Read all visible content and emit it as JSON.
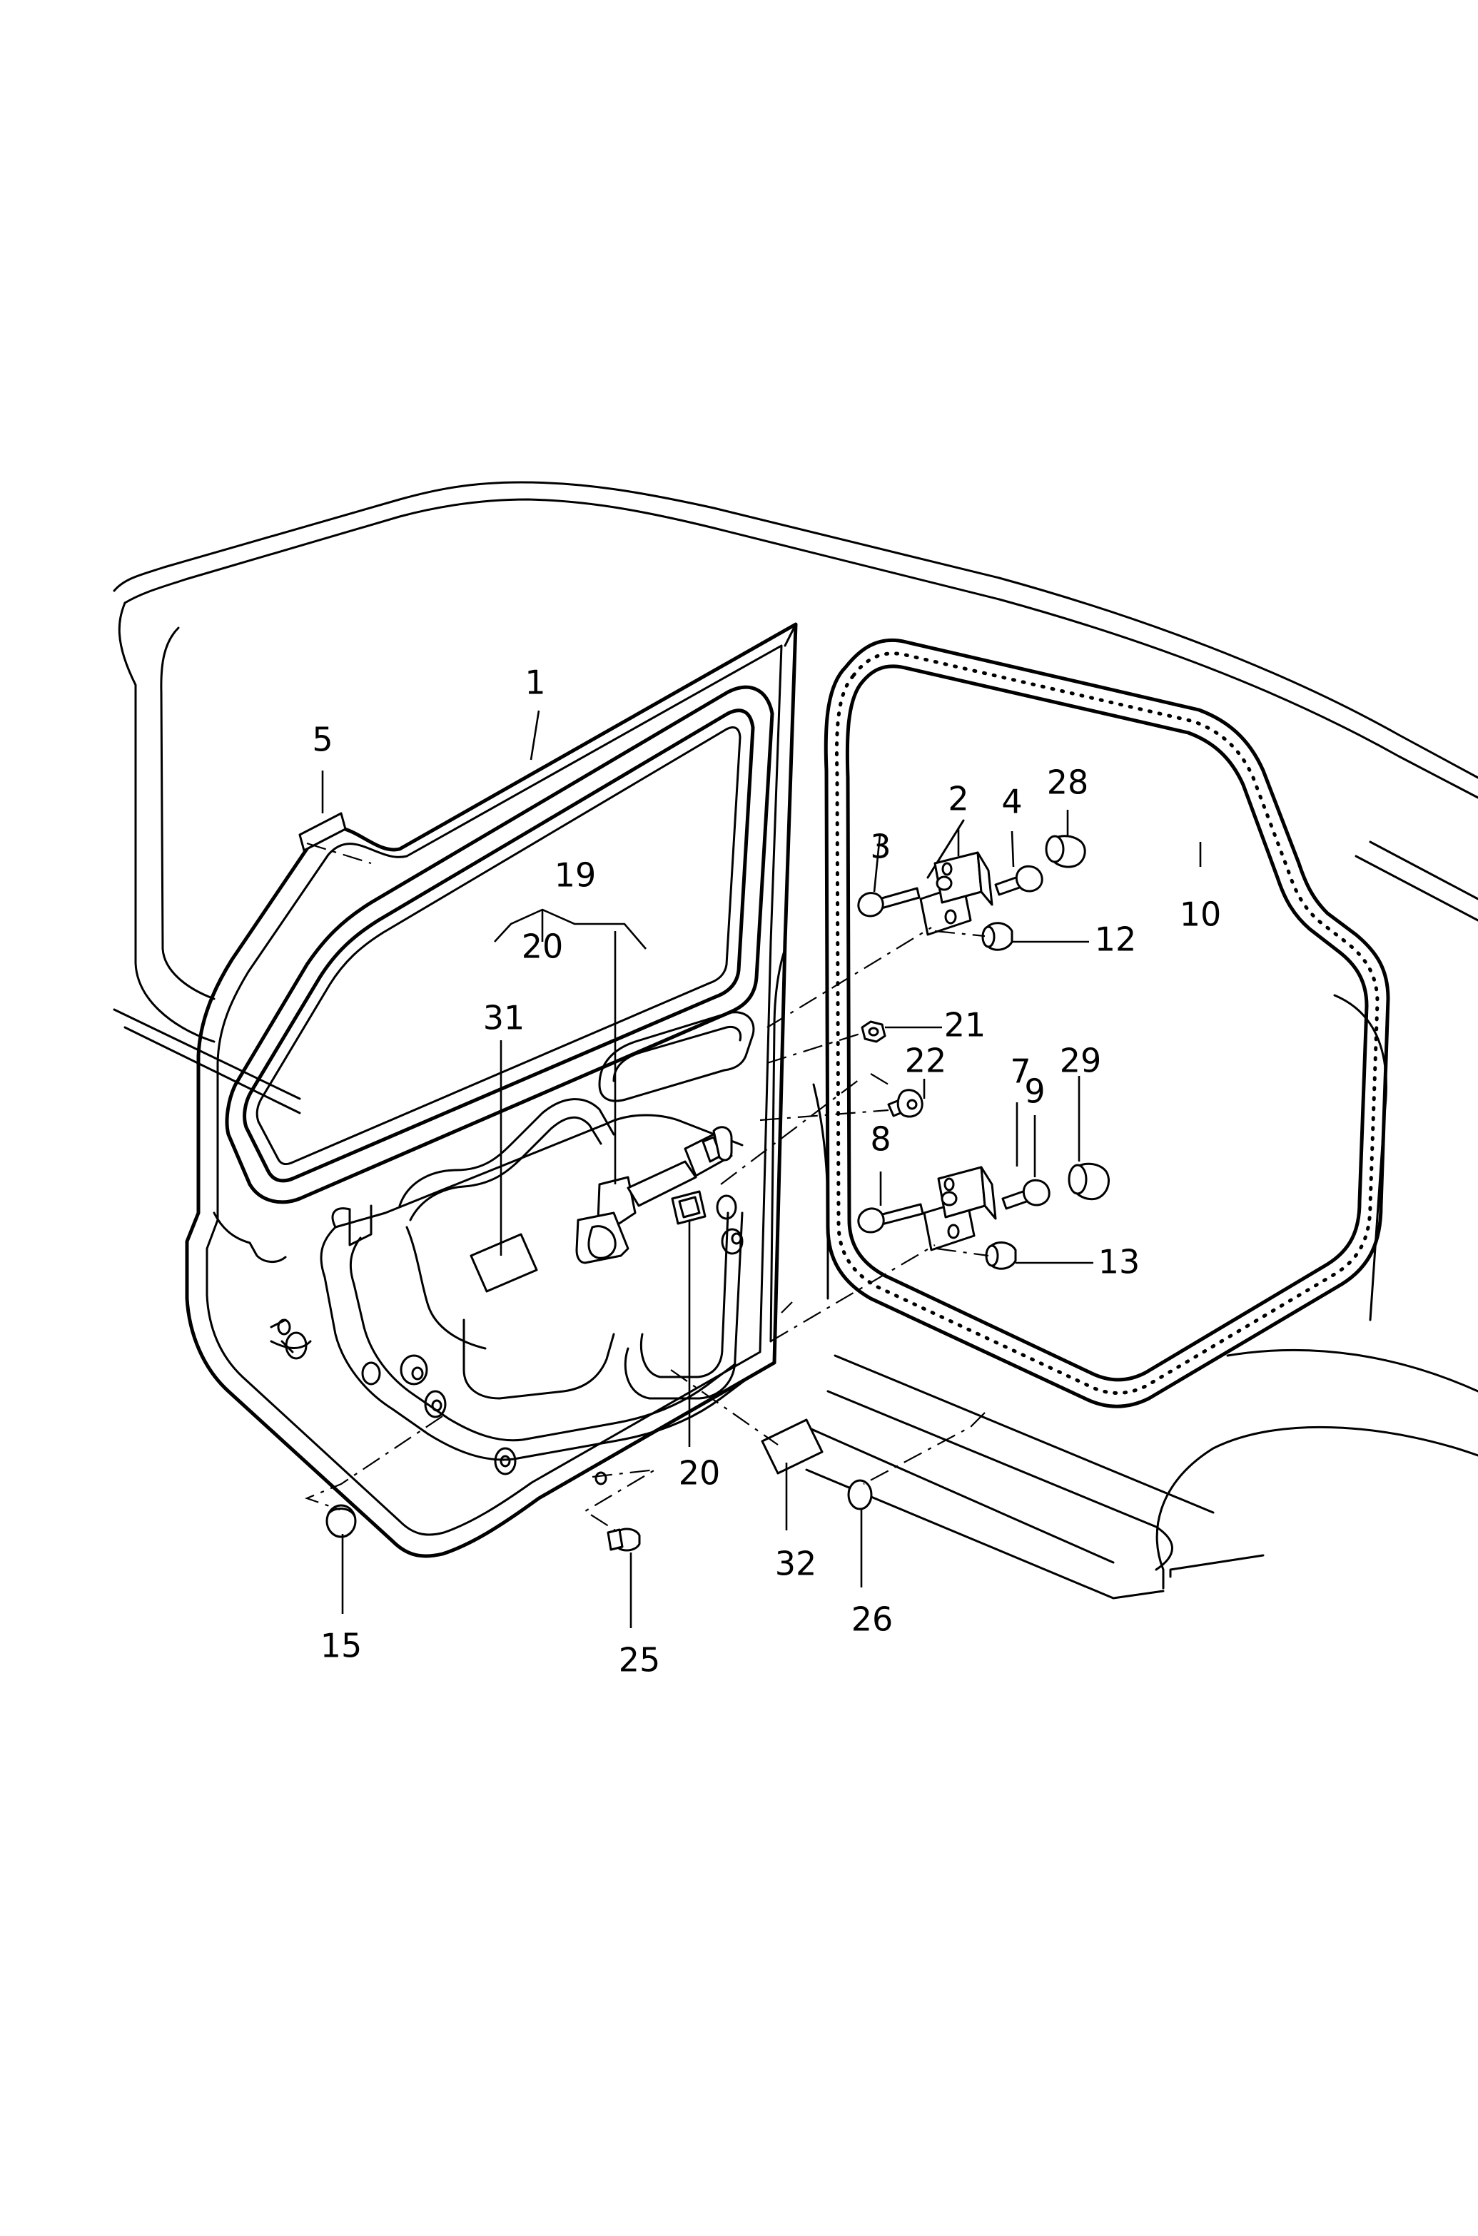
{
  "diagram": {
    "type": "exploded-parts-diagram",
    "labels": {
      "l1": "1",
      "l2": "2",
      "l3": "3",
      "l4": "4",
      "l5": "5",
      "l7": "7",
      "l8": "8",
      "l9": "9",
      "l10": "10",
      "l12": "12",
      "l13": "13",
      "l15": "15",
      "l19": "19",
      "l20a": "20",
      "l20b": "20",
      "l21": "21",
      "l22": "22",
      "l25": "25",
      "l26": "26",
      "l28": "28",
      "l29": "29",
      "l31": "31",
      "l32": "32"
    }
  }
}
